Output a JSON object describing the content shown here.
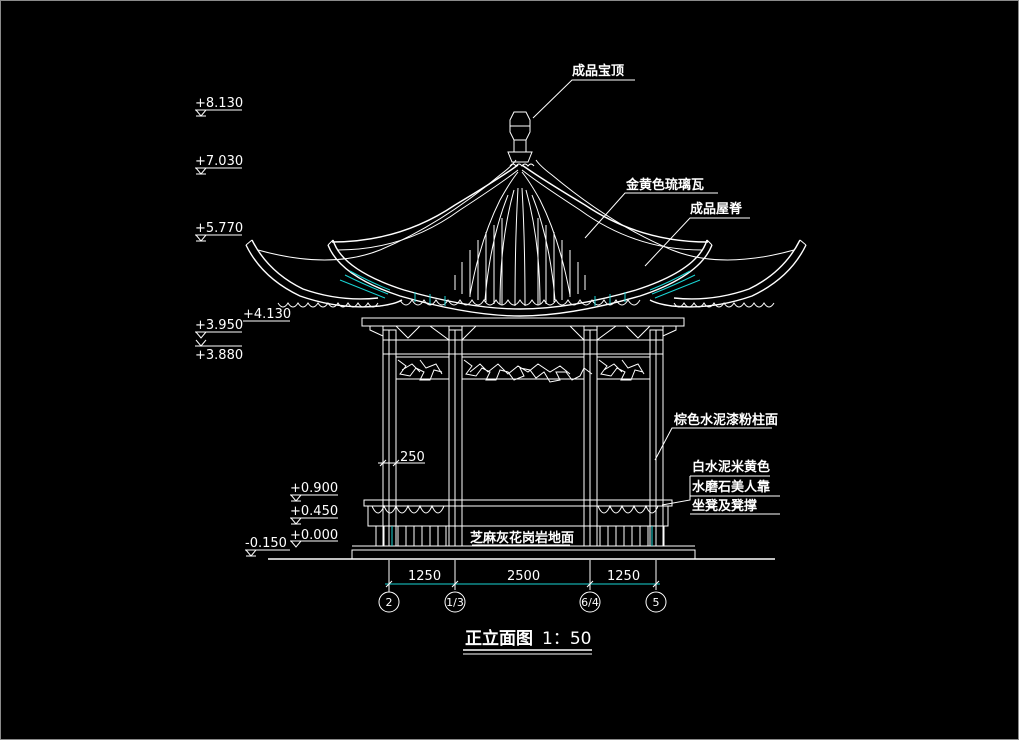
{
  "elevations": [
    {
      "id": "e8130",
      "text": "+8.130"
    },
    {
      "id": "e7030",
      "text": "+7.030"
    },
    {
      "id": "e5770",
      "text": "+5.770"
    },
    {
      "id": "e4130",
      "text": "+4.130"
    },
    {
      "id": "e3950",
      "text": "+3.950"
    },
    {
      "id": "e3880",
      "text": "+3.880"
    },
    {
      "id": "e0900",
      "text": "+0.900"
    },
    {
      "id": "e0450",
      "text": "+0.450"
    },
    {
      "id": "e0000",
      "text": "+0.000"
    },
    {
      "id": "em0150",
      "text": "-0.150"
    }
  ],
  "callouts": {
    "finial": "成品宝顶",
    "tiles": "金黄色琉璃瓦",
    "ridge": "成品屋脊",
    "column": "棕色水泥漆粉柱面",
    "bench_line1": "白水泥米黄色",
    "bench_line2": "水磨石美人靠",
    "bench_line3": "坐凳及凳撑",
    "floor": "芝麻灰花岗岩地面"
  },
  "dimensions": {
    "column_width": "250",
    "spans": [
      "1250",
      "2500",
      "1250"
    ]
  },
  "axes": [
    "2",
    "1/3",
    "6/4",
    "5"
  ],
  "title": "正立面图",
  "scale": "1：50",
  "colors": {
    "line": "#ffffff",
    "accent": "#19d3d3",
    "background": "#000000"
  }
}
